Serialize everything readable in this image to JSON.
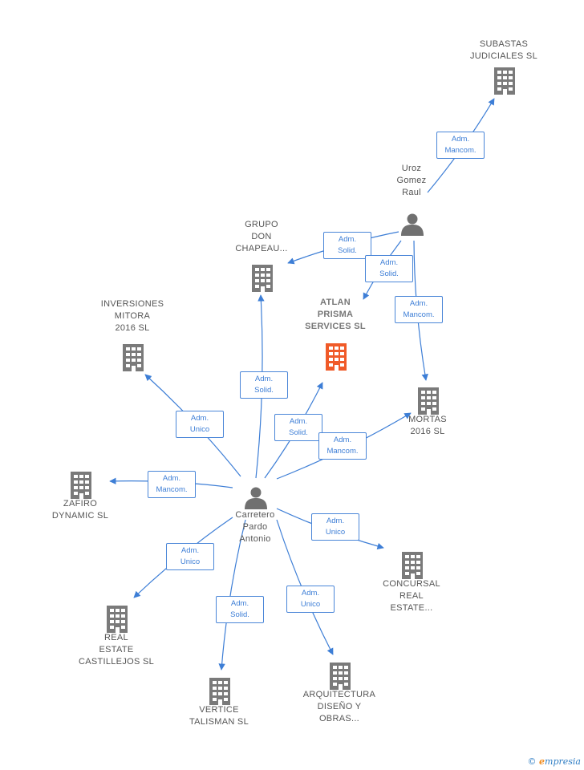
{
  "colors": {
    "edge": "#3d7ed6",
    "building": "#7a7a7a",
    "focus_building": "#f05a28",
    "person": "#707070"
  },
  "nodes": [
    {
      "id": "subastas",
      "type": "company",
      "lines": [
        "SUBASTAS",
        "JUDICIALES SL"
      ]
    },
    {
      "id": "uroz",
      "type": "person",
      "lines": [
        "Uroz",
        "Gomez",
        "Raul"
      ]
    },
    {
      "id": "grupo",
      "type": "company",
      "lines": [
        "GRUPO",
        "DON",
        "CHAPEAU..."
      ]
    },
    {
      "id": "atlan",
      "type": "focus",
      "lines": [
        "ATLAN",
        "PRISMA",
        "SERVICES SL"
      ]
    },
    {
      "id": "inversiones",
      "type": "company",
      "lines": [
        "INVERSIONES",
        "MITORA",
        "2016 SL"
      ]
    },
    {
      "id": "mortas",
      "type": "company",
      "lines": [
        "MORTAS",
        "2016 SL"
      ]
    },
    {
      "id": "zafiro",
      "type": "company",
      "lines": [
        "ZAFIRO",
        "DYNAMIC SL"
      ]
    },
    {
      "id": "carretero",
      "type": "person",
      "lines": [
        "Carretero",
        "Pardo",
        "Antonio"
      ]
    },
    {
      "id": "concursal",
      "type": "company",
      "lines": [
        "CONCURSAL",
        "REAL",
        "ESTATE..."
      ]
    },
    {
      "id": "realestate",
      "type": "company",
      "lines": [
        "REAL",
        "ESTATE",
        "CASTILLEJOS SL"
      ]
    },
    {
      "id": "vertice",
      "type": "company",
      "lines": [
        "VERTICE",
        "TALISMAN SL"
      ]
    },
    {
      "id": "arquitectura",
      "type": "company",
      "lines": [
        "ARQUITECTURA",
        "DISEÑO Y",
        "OBRAS..."
      ]
    }
  ],
  "edges": [
    {
      "from": "uroz",
      "to": "subastas",
      "label": [
        "Adm.",
        "Mancom."
      ]
    },
    {
      "from": "uroz",
      "to": "grupo",
      "label": [
        "Adm.",
        "Solid."
      ]
    },
    {
      "from": "uroz",
      "to": "atlan",
      "label": [
        "Adm.",
        "Solid."
      ]
    },
    {
      "from": "uroz",
      "to": "mortas",
      "label": [
        "Adm.",
        "Mancom."
      ]
    },
    {
      "from": "carretero",
      "to": "grupo",
      "label": [
        "Adm.",
        "Solid."
      ]
    },
    {
      "from": "carretero",
      "to": "atlan",
      "label": [
        "Adm.",
        "Solid."
      ]
    },
    {
      "from": "carretero",
      "to": "inversiones",
      "label": [
        "Adm.",
        "Unico"
      ]
    },
    {
      "from": "carretero",
      "to": "mortas",
      "label": [
        "Adm.",
        "Mancom."
      ]
    },
    {
      "from": "carretero",
      "to": "zafiro",
      "label": [
        "Adm.",
        "Mancom."
      ]
    },
    {
      "from": "carretero",
      "to": "concursal",
      "label": [
        "Adm.",
        "Unico"
      ]
    },
    {
      "from": "carretero",
      "to": "realestate",
      "label": [
        "Adm.",
        "Unico"
      ]
    },
    {
      "from": "carretero",
      "to": "vertice",
      "label": [
        "Adm.",
        "Solid."
      ]
    },
    {
      "from": "carretero",
      "to": "arquitectura",
      "label": [
        "Adm.",
        "Unico"
      ]
    }
  ],
  "brand": {
    "copyright": "©",
    "first_letter": "e",
    "rest": "mpresia"
  }
}
